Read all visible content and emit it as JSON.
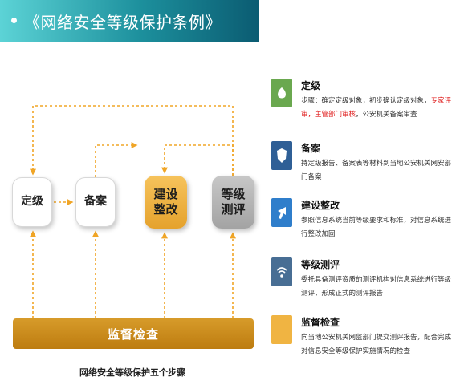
{
  "header": {
    "title": "《网络安全等级保护条例》"
  },
  "diagram": {
    "nodes": {
      "dingji": "定级",
      "beian": "备案",
      "jianshe_line1": "建设",
      "jianshe_line2": "整改",
      "ceping_line1": "等级",
      "ceping_line2": "测评"
    },
    "supervise": "监督检查",
    "caption": "网络安全等级保护五个步骤",
    "colors": {
      "arrow": "#f0a526",
      "jianshe": "#e5a22d",
      "ceping": "#a3a3a3",
      "supervise": "#c98618"
    }
  },
  "legend": [
    {
      "icon": "green-leaf-icon",
      "color": "#6aa84f",
      "title": "定级",
      "desc_prefix": "步骤：确定定级对象，初步确认定级对象，",
      "desc_red": "专家评审，主管部门审核",
      "desc_suffix": "，公安机关备案审查"
    },
    {
      "icon": "shield-icon",
      "color": "#2f5f96",
      "title": "备案",
      "desc": "持定级报告、备案表等材料到当地公安机关网安部门备案"
    },
    {
      "icon": "cursor-arrow-icon",
      "color": "#2f7ecb",
      "title": "建设整改",
      "desc": "参照信息系统当前等级要求和标准，对信息系统进行整改加固"
    },
    {
      "icon": "wifi-signal-icon",
      "color": "#486e94",
      "title": "等级测评",
      "desc": "委托具备测评资质的测评机构对信息系统进行等级测评，形成正式的测评报告"
    },
    {
      "icon": "orange-square-icon",
      "color": "#f0b442",
      "title": "监督检查",
      "desc": "向当地公安机关网监部门提交测评报告，配合完成对信息安全等级保护实施情况的检查"
    }
  ]
}
